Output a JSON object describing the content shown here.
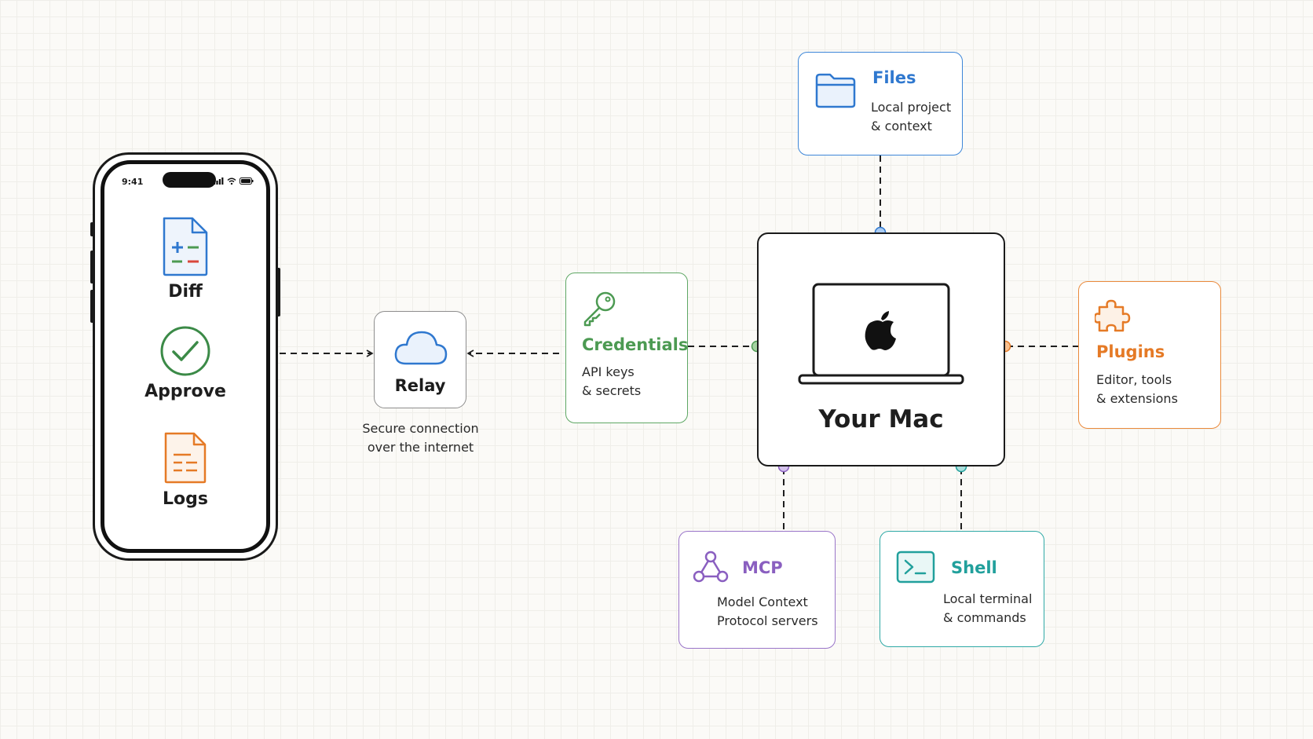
{
  "phone": {
    "status_time": "9:41",
    "items": [
      {
        "label": "Diff",
        "icon": "diff-document-icon"
      },
      {
        "label": "Approve",
        "icon": "check-circle-icon"
      },
      {
        "label": "Logs",
        "icon": "log-document-icon"
      }
    ]
  },
  "relay": {
    "label": "Relay",
    "icon": "cloud-icon",
    "caption_line1": "Secure connection",
    "caption_line2": "over the internet"
  },
  "credentials": {
    "title": "Credentials",
    "desc_line1": "API keys",
    "desc_line2": "& secrets",
    "icon": "key-icon",
    "color": "#4c9a52"
  },
  "mac": {
    "label": "Your Mac",
    "icon": "laptop-apple-icon"
  },
  "files": {
    "title": "Files",
    "desc_line1": "Local project",
    "desc_line2": "& context",
    "icon": "folder-icon",
    "color": "#2f78cf"
  },
  "plugins": {
    "title": "Plugins",
    "desc_line1": "Editor, tools",
    "desc_line2": "& extensions",
    "icon": "puzzle-icon",
    "color": "#e57a26"
  },
  "mcp": {
    "title": "MCP",
    "desc_line1": "Model Context",
    "desc_line2": "Protocol servers",
    "icon": "network-graph-icon",
    "color": "#8a5fc0"
  },
  "shell": {
    "title": "Shell",
    "desc_line1": "Local terminal",
    "desc_line2": "& commands",
    "icon": "terminal-icon",
    "color": "#21a09c"
  }
}
